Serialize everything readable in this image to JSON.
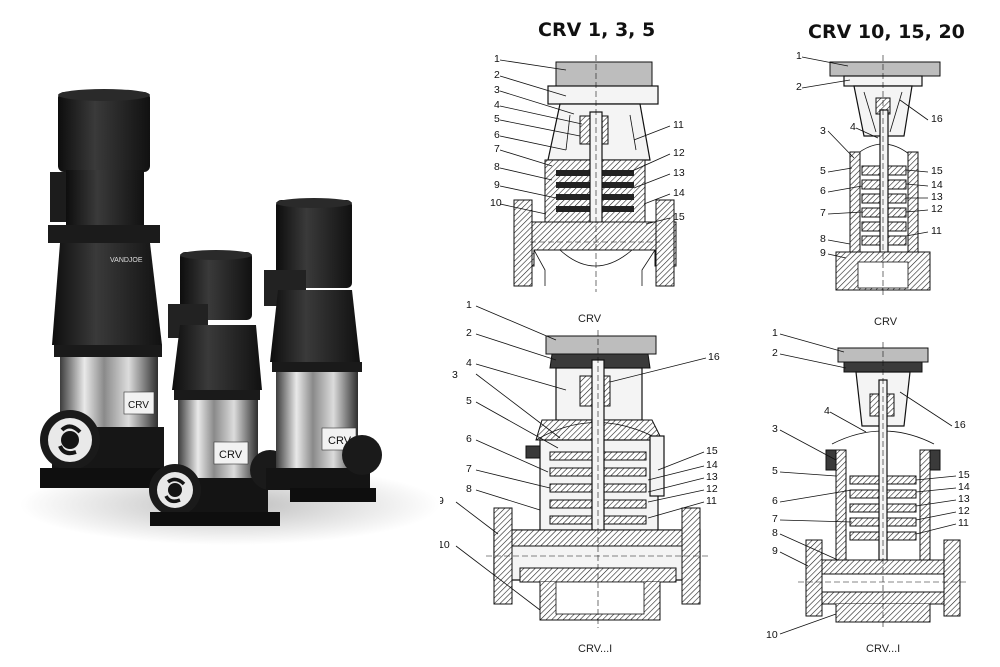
{
  "titles": {
    "left": "CRV 1, 3, 5",
    "right": "CRV 10, 15, 20"
  },
  "captions": {
    "a": "CRV",
    "b": "CRV",
    "c": "CRV...I",
    "d": "CRV...I"
  },
  "photo": {
    "brand": "VANDJOE",
    "label": "CRV"
  },
  "diagram_a": {
    "left": [
      "1",
      "2",
      "3",
      "4",
      "5",
      "6",
      "7",
      "8",
      "9",
      "10"
    ],
    "right": [
      "11",
      "12",
      "13",
      "14",
      "15"
    ]
  },
  "diagram_b": {
    "left": [
      "1",
      "2",
      "3",
      "4",
      "5",
      "6",
      "7",
      "8",
      "9"
    ],
    "right": [
      "16",
      "15",
      "14",
      "13",
      "12",
      "11"
    ]
  },
  "diagram_c": {
    "left": [
      "1",
      "2",
      "4",
      "3",
      "5",
      "6",
      "7",
      "8",
      "9",
      "10"
    ],
    "right": [
      "16",
      "15",
      "14",
      "13",
      "12",
      "11"
    ]
  },
  "diagram_d": {
    "left": [
      "1",
      "2",
      "4",
      "3",
      "5",
      "6",
      "7",
      "8",
      "9",
      "10"
    ],
    "right": [
      "16",
      "15",
      "14",
      "13",
      "12",
      "11"
    ]
  }
}
